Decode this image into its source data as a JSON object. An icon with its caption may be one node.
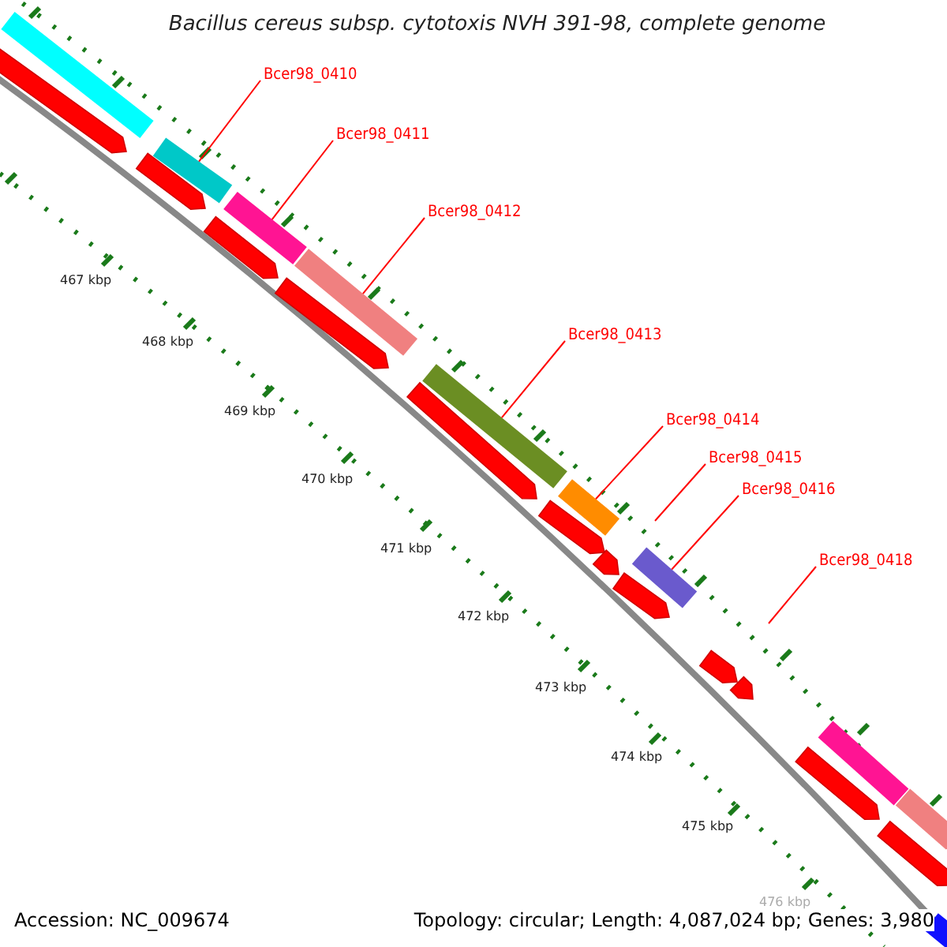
{
  "diagram": {
    "title": "Bacillus cereus subsp. cytotoxis NVH 391-98, complete genome",
    "nodes": [
      {
        "text": [],
        "shape": "bar"
      },
      {
        "text": [
          "Bcer98_0410"
        ]
      },
      {
        "text": [],
        "shape": "bar"
      },
      {
        "text": [
          "Bcer98_0411"
        ]
      },
      {
        "text": [],
        "shape": "bar"
      },
      {
        "text": [
          "Bcer98_0412"
        ]
      },
      {
        "text": [],
        "shape": "bar"
      },
      {
        "text": [
          "Bcer98_0413"
        ]
      },
      {
        "text": [],
        "shape": "bar"
      },
      {
        "text": [
          "Bcer98_0414"
        ]
      },
      {
        "text": [],
        "shape": "bar"
      },
      {
        "text": [
          "Bcer98_0415"
        ]
      },
      {
        "text": [
          "Bcer98_0416"
        ]
      },
      {
        "text": [],
        "shape": "bar"
      },
      {
        "text": [
          "Bcer98_0418"
        ]
      },
      {
        "text": [],
        "shape": "bar"
      },
      {
        "text": [],
        "shape": "bar"
      },
      {
        "text": [],
        "shape": "bar"
      },
      {
        "text": [],
        "shape": "arrow"
      },
      {
        "text": [],
        "shape": "arrow"
      },
      {
        "text": [],
        "shape": "arrow"
      },
      {
        "text": [],
        "shape": "arrow"
      },
      {
        "text": [],
        "shape": "arrow"
      },
      {
        "text": [],
        "shape": "arrow"
      },
      {
        "text": [],
        "shape": "arrow"
      },
      {
        "text": [],
        "shape": "arrow"
      },
      {
        "text": [],
        "shape": "arrow"
      },
      {
        "text": [],
        "shape": "arrow"
      },
      {
        "text": [],
        "shape": "arrow"
      },
      {
        "text": [],
        "shape": "arrow"
      }
    ],
    "edges": [
      {
        "from": 1,
        "to": 2,
        "arrow": "none"
      },
      {
        "from": 3,
        "to": 4,
        "arrow": "none"
      },
      {
        "from": 5,
        "to": 6,
        "arrow": "none"
      },
      {
        "from": 7,
        "to": 8,
        "arrow": "none"
      },
      {
        "from": 9,
        "to": 10,
        "arrow": "none"
      },
      {
        "from": 11,
        "to": null,
        "arrow": "none"
      },
      {
        "from": 12,
        "to": 13,
        "arrow": "none"
      },
      {
        "from": 14,
        "to": null,
        "arrow": "none"
      }
    ],
    "labels": [
      "467 kbp",
      "468 kbp",
      "469 kbp",
      "470 kbp",
      "471 kbp",
      "472 kbp",
      "473 kbp",
      "474 kbp",
      "475 kbp",
      "476 kbp",
      "Accession: NC_009674",
      "Topology: circular; Length: 4,087,024 bp; Genes: 3,980"
    ]
  }
}
